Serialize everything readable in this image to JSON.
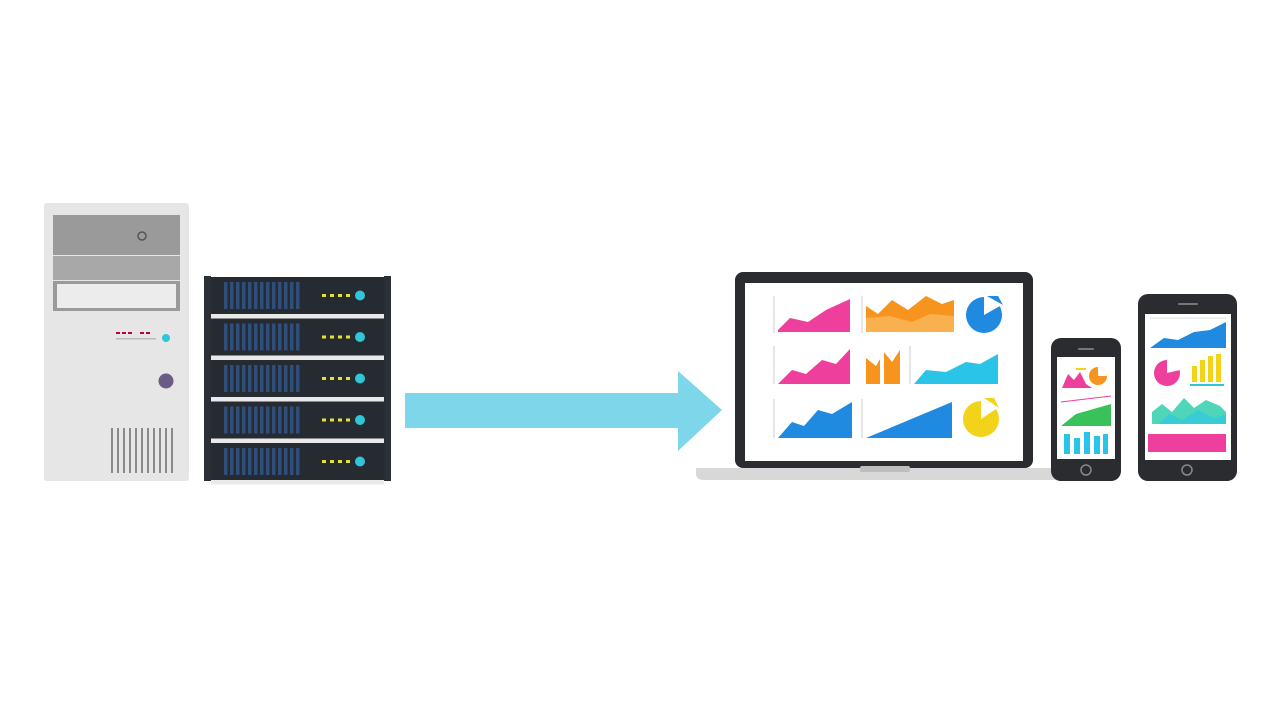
{
  "diagram": {
    "colors": {
      "background": "#ffffff",
      "tower_body": "#e6e6e6",
      "tower_bay": "#9a9a9a",
      "rack_frame": "#2b2f36",
      "rack_unit": "#262a31",
      "rack_vent": "#2f4f7a",
      "led_yellow": "#e4e23a",
      "led_cyan": "#2fc6d8",
      "arrow": "#7ed6ea",
      "device_frame": "#2a2c30",
      "screen": "#ffffff",
      "pink": "#ee3f9c",
      "orange": "#f7941d",
      "cyan": "#29c4e8",
      "blue": "#1f8ae0",
      "yellow": "#f3d21a",
      "green": "#39c25a",
      "teal": "#4fd6b8"
    },
    "nodes": [
      {
        "id": "tower-server",
        "icon": "tower-server-icon"
      },
      {
        "id": "rack-server",
        "icon": "rack-server-icon",
        "units": 5
      },
      {
        "id": "flow-arrow",
        "icon": "right-arrow-icon"
      },
      {
        "id": "laptop",
        "icon": "laptop-dashboard-icon"
      },
      {
        "id": "phone-small",
        "icon": "smartphone-dashboard-icon"
      },
      {
        "id": "phone-large",
        "icon": "smartphone-dashboard-icon"
      }
    ]
  }
}
